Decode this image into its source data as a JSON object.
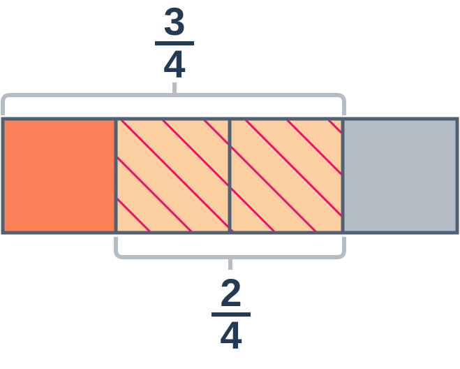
{
  "diagram": {
    "type": "fraction-bar-model",
    "title_visible": false,
    "total_parts": 4,
    "part_labels": [
      "part-1",
      "part-2",
      "part-3",
      "part-4"
    ],
    "colors": {
      "orange_fill": "#FC8359",
      "hatch_background": "#FCCFA1",
      "hatch_stripe": "#EE1169",
      "gray_fill": "#B4BDC6",
      "outline": "#4F6275",
      "brace": "#B4BDC6",
      "text": "#223A53",
      "page_background": "#FFFFFF"
    },
    "parts": [
      {
        "name": "part-1",
        "fill_style": "solid-orange",
        "shaded": true
      },
      {
        "name": "part-2",
        "fill_style": "hatched-peach",
        "shaded": true
      },
      {
        "name": "part-3",
        "fill_style": "hatched-peach",
        "shaded": true
      },
      {
        "name": "part-4",
        "fill_style": "solid-gray",
        "shaded": false
      }
    ]
  },
  "top_label": {
    "name": "fraction-three-quarters",
    "numerator": "3",
    "denominator": "4",
    "spans_parts": 3,
    "position": "above"
  },
  "bottom_label": {
    "name": "fraction-two-quarters",
    "numerator": "2",
    "denominator": "4",
    "spans_parts": 2,
    "position": "below"
  },
  "chart_data": {
    "type": "bar",
    "title": "",
    "xlabel": "",
    "ylabel": "",
    "categories": [
      "part-1",
      "part-2",
      "part-3",
      "part-4"
    ],
    "values": [
      1,
      1,
      1,
      1
    ],
    "series": [
      {
        "name": "fill",
        "values": [
          "solid-orange",
          "hatched-peach",
          "hatched-peach",
          "solid-gray"
        ]
      }
    ],
    "annotations": [
      {
        "label": "3/4",
        "covers": [
          "part-1",
          "part-2",
          "part-3"
        ],
        "placement": "top"
      },
      {
        "label": "2/4",
        "covers": [
          "part-2",
          "part-3"
        ],
        "placement": "bottom"
      }
    ],
    "grid": false,
    "legend": "none"
  }
}
